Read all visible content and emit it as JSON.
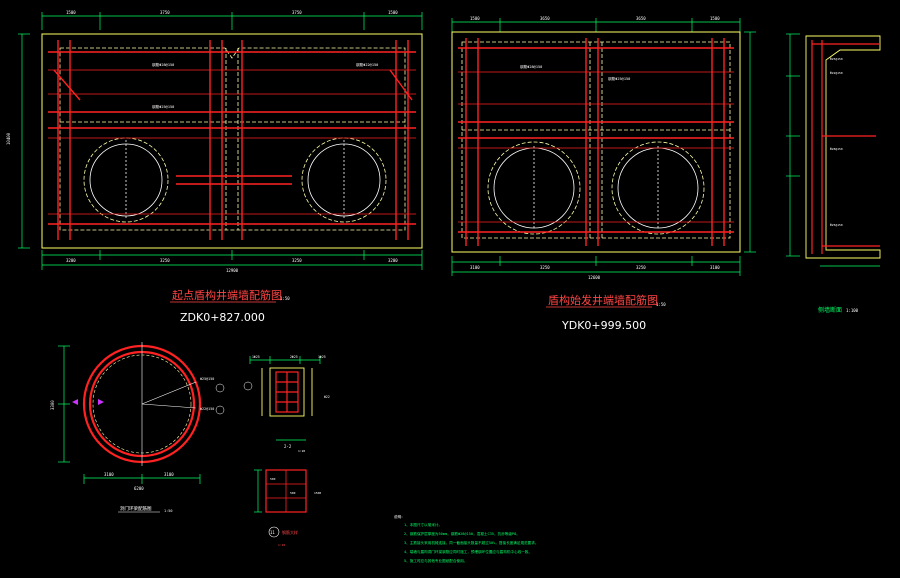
{
  "drawing1": {
    "title": "起点盾构井端墙配筋图",
    "scale": "1:50",
    "station": "ZDK0+827.000",
    "dims_top": [
      "1500",
      "3750",
      "3750",
      "1500"
    ],
    "dims_bottom": [
      "3200",
      "3250",
      "3250",
      "3200"
    ],
    "dim_total": "12900",
    "dim_left": "10400",
    "labels": [
      "钢筋Φ28@150",
      "钢筋Φ25@150",
      "钢筋Φ22@150"
    ]
  },
  "drawing2": {
    "title": "盾构始发井端墙配筋图",
    "scale": "1:50",
    "station": "YDK0+999.500",
    "dims_top": [
      "1500",
      "3650",
      "3650",
      "1500"
    ],
    "dims_bottom": [
      "3100",
      "3250",
      "3250",
      "3100"
    ],
    "dim_total": "12600",
    "labels": [
      "钢筋Φ28@150",
      "钢筋Φ25@150"
    ]
  },
  "drawing3": {
    "title": "侧墙断面",
    "scale": "1:100"
  },
  "drawing4": {
    "title": "洞门环梁配筋图",
    "scale": "1:50",
    "dims": [
      "6200",
      "3100",
      "3100",
      "3300"
    ]
  },
  "drawing5": {
    "label": "2-2",
    "scale": "1:20"
  },
  "drawing6": {
    "label": "11",
    "title": "钢筋大样",
    "scale": "1:20"
  },
  "notes": {
    "header": "说明：",
    "items": [
      "1、本图尺寸以毫米计。",
      "2、钢筋保护层厚度为50mm，钢筋Φ28@150，混凝土C35，抗渗等级P8。",
      "3、主筋接头采用机械连接，同一截面接头数量不超过50%，搭接长度满足规范要求。",
      "4、端墙与盾构洞门环梁钢筋应同时施工，预埋钢环位置应与盾构机中心线一致。",
      "5、施工时应与其他专业图纸配合使用。"
    ]
  },
  "colors": {
    "background": "#000000",
    "frame": "#ffff66",
    "rebar": "#ff2222",
    "dashed": "#ffffaa",
    "dim": "#00ff66",
    "annotation": "#ffffff",
    "accent": "#cc33ff"
  }
}
